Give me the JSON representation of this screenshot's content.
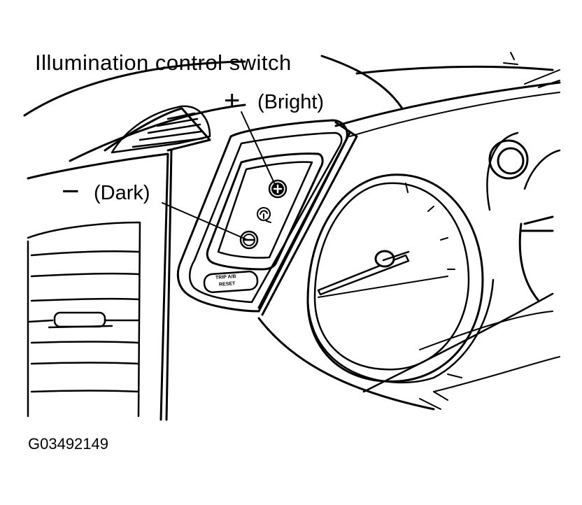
{
  "callouts": {
    "illumination_control_switch": "Illumination control switch",
    "bright": "(Bright)",
    "dark": "(Dark)",
    "plus_symbol": "+",
    "minus_symbol": "−"
  },
  "panel": {
    "trip_button_line1": "TRIP A/B",
    "trip_button_line2": "RESET"
  },
  "figure_id": "G03492149"
}
